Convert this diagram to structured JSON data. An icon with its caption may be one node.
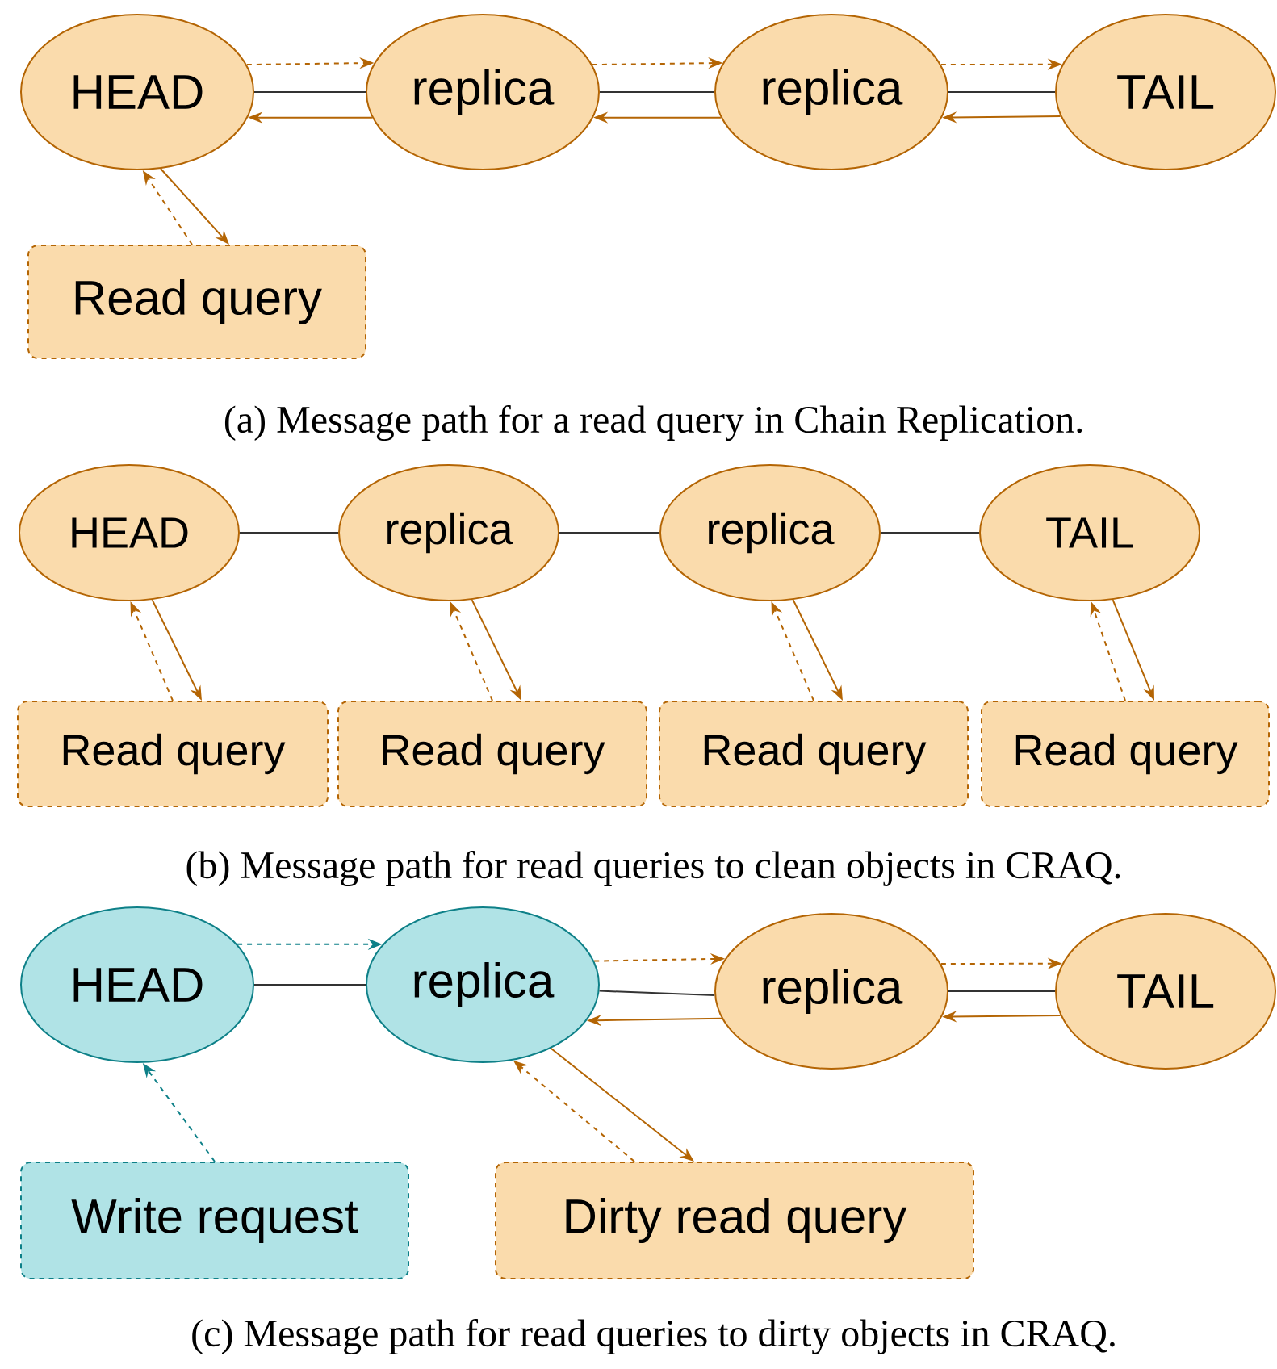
{
  "diagram": {
    "nodes": [
      {
        "text": [
          "HEAD"
        ]
      },
      {
        "text": [
          "replica"
        ]
      },
      {
        "text": [
          "replica"
        ]
      },
      {
        "text": [
          "TAIL"
        ]
      },
      {
        "text": [
          "Read query"
        ]
      },
      {
        "text": [
          "HEAD"
        ]
      },
      {
        "text": [
          "replica"
        ]
      },
      {
        "text": [
          "replica"
        ]
      },
      {
        "text": [
          "TAIL"
        ]
      },
      {
        "text": [
          "Read query"
        ]
      },
      {
        "text": [
          "Read query"
        ]
      },
      {
        "text": [
          "Read query"
        ]
      },
      {
        "text": [
          "Read query"
        ]
      },
      {
        "text": [
          "HEAD"
        ]
      },
      {
        "text": [
          "replica"
        ]
      },
      {
        "text": [
          "replica"
        ]
      },
      {
        "text": [
          "TAIL"
        ]
      },
      {
        "text": [
          "Write request"
        ]
      },
      {
        "text": [
          "Dirty read query"
        ]
      }
    ],
    "edges": [
      {
        "from": 0,
        "to": 1,
        "arrow": "none",
        "color": "#333333"
      },
      {
        "from": 1,
        "to": 2,
        "arrow": "none",
        "color": "#333333"
      },
      {
        "from": 2,
        "to": 3,
        "arrow": "none",
        "color": "#333333"
      },
      {
        "from": 0,
        "to": 1,
        "arrow": "to",
        "style": "dashed"
      },
      {
        "from": 1,
        "to": 2,
        "arrow": "to",
        "style": "dashed"
      },
      {
        "from": 2,
        "to": 3,
        "arrow": "to",
        "style": "dashed"
      },
      {
        "from": 3,
        "to": 2,
        "arrow": "to"
      },
      {
        "from": 2,
        "to": 1,
        "arrow": "to"
      },
      {
        "from": 1,
        "to": 0,
        "arrow": "to"
      },
      {
        "from": 4,
        "to": 0,
        "arrow": "to",
        "style": "dashed"
      },
      {
        "from": 0,
        "to": 4,
        "arrow": "to"
      },
      {
        "from": 5,
        "to": 6,
        "arrow": "none",
        "color": "#333333"
      },
      {
        "from": 6,
        "to": 7,
        "arrow": "none",
        "color": "#333333"
      },
      {
        "from": 7,
        "to": 8,
        "arrow": "none",
        "color": "#333333"
      },
      {
        "from": 9,
        "to": 5,
        "arrow": "to",
        "style": "dashed"
      },
      {
        "from": 5,
        "to": 9,
        "arrow": "to"
      },
      {
        "from": 10,
        "to": 6,
        "arrow": "to",
        "style": "dashed"
      },
      {
        "from": 6,
        "to": 10,
        "arrow": "to"
      },
      {
        "from": 11,
        "to": 7,
        "arrow": "to",
        "style": "dashed"
      },
      {
        "from": 7,
        "to": 11,
        "arrow": "to"
      },
      {
        "from": 12,
        "to": 8,
        "arrow": "to",
        "style": "dashed"
      },
      {
        "from": 8,
        "to": 12,
        "arrow": "to"
      },
      {
        "from": 13,
        "to": 14,
        "arrow": "none",
        "color": "#333333"
      },
      {
        "from": 13,
        "to": 14,
        "arrow": "to",
        "style": "dashed",
        "color": "#0e8088"
      },
      {
        "from": 14,
        "to": 15,
        "arrow": "none",
        "color": "#333333"
      },
      {
        "from": 15,
        "to": 16,
        "arrow": "none",
        "color": "#333333"
      },
      {
        "from": 14,
        "to": 15,
        "arrow": "to",
        "style": "dashed"
      },
      {
        "from": 15,
        "to": 16,
        "arrow": "to",
        "style": "dashed"
      },
      {
        "from": 16,
        "to": 15,
        "arrow": "to"
      },
      {
        "from": 15,
        "to": 14,
        "arrow": "to"
      },
      {
        "from": 17,
        "to": 13,
        "arrow": "to",
        "style": "dashed",
        "color": "#0e8088"
      },
      {
        "from": 18,
        "to": 14,
        "arrow": "to",
        "style": "dashed"
      },
      {
        "from": 14,
        "to": 18,
        "arrow": "to"
      }
    ],
    "labels": [
      "(a) Message path for a read query in Chain Replication.",
      "(b) Message path for read queries to clean objects in CRAQ.",
      "(c) Message path for read queries to dirty objects in CRAQ."
    ]
  }
}
